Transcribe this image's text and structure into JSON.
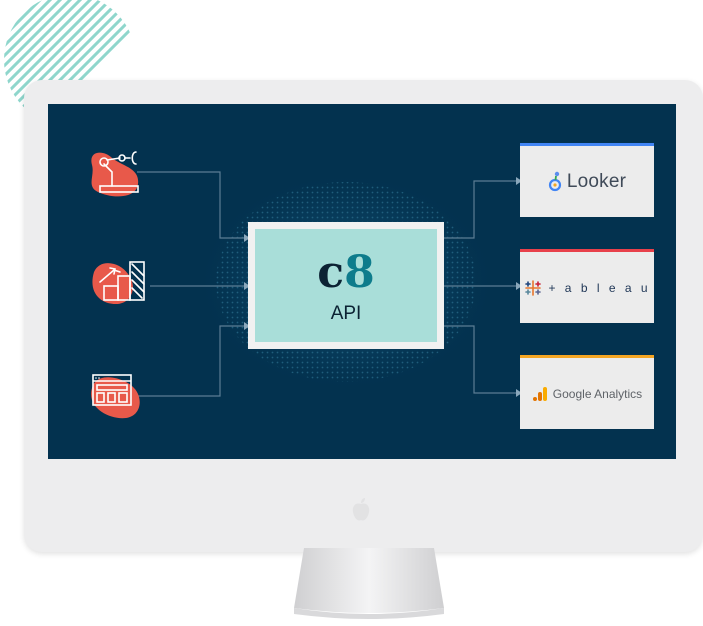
{
  "api": {
    "logo_c": "c",
    "logo_8": "8",
    "label": "API"
  },
  "destinations": [
    {
      "label": "Looker",
      "icon": "looker-icon"
    },
    {
      "label": "+ a b l e a u",
      "icon": "tableau-icon"
    },
    {
      "label": "Google Analytics",
      "icon": "google-analytics-icon"
    }
  ],
  "sources": [
    {
      "icon": "robot-arm-icon"
    },
    {
      "icon": "growth-chart-icon"
    },
    {
      "icon": "browser-window-icon"
    }
  ],
  "colors": {
    "screen": "#03324f",
    "api_box": "#a9ded9",
    "accent_coral": "#e8594a",
    "connector": "#5b7d94"
  }
}
